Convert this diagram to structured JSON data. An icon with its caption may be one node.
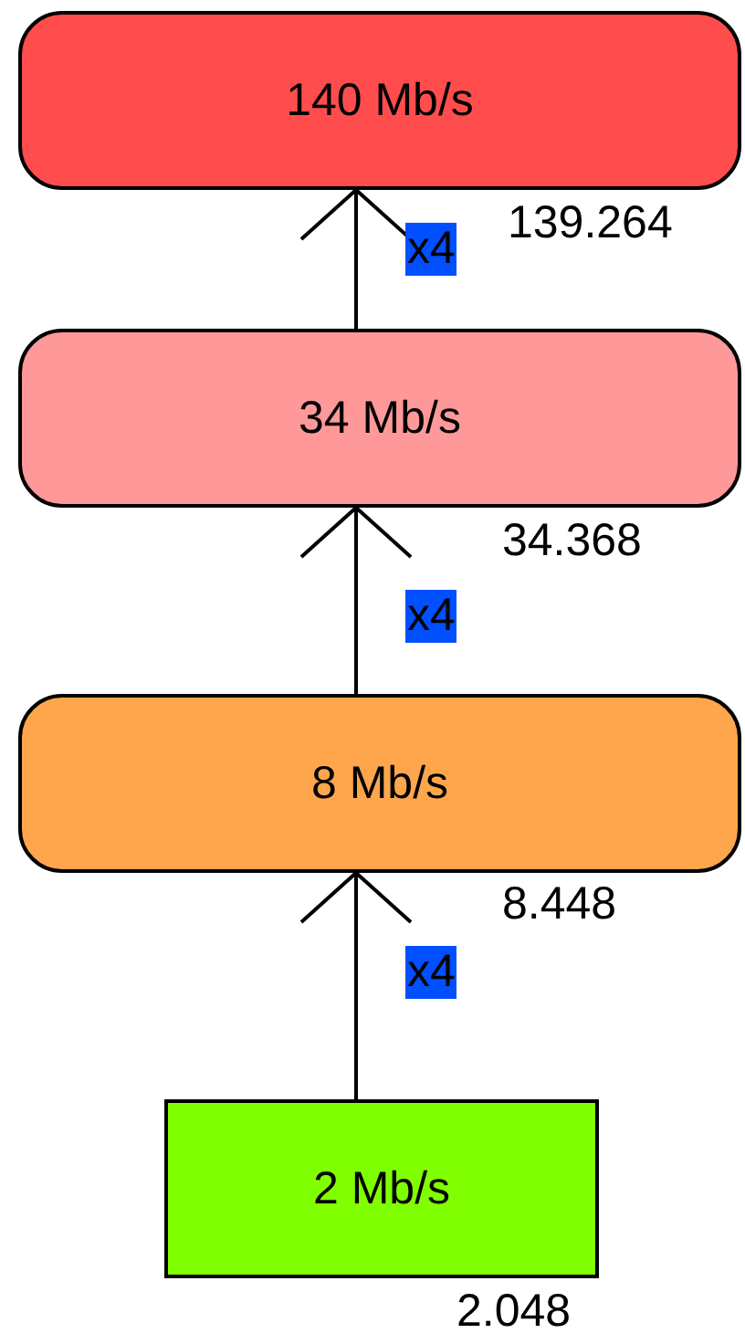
{
  "diagram": {
    "nodes": [
      {
        "text": [
          "140 Mb/s"
        ],
        "beside": [
          "139.264"
        ]
      },
      {
        "text": [
          "34 Mb/s"
        ],
        "beside": [
          "34.368"
        ]
      },
      {
        "text": [
          "8 Mb/s"
        ],
        "beside": [
          "8.448"
        ]
      },
      {
        "text": [
          "2 Mb/s"
        ],
        "beside": [
          "2.048"
        ]
      }
    ],
    "edges": [
      {
        "from": 3,
        "to": 2,
        "arrow": "to",
        "label": "x4"
      },
      {
        "from": 2,
        "to": 1,
        "arrow": "to",
        "label": "x4"
      },
      {
        "from": 1,
        "to": 0,
        "arrow": "to",
        "label": "x4"
      }
    ]
  }
}
